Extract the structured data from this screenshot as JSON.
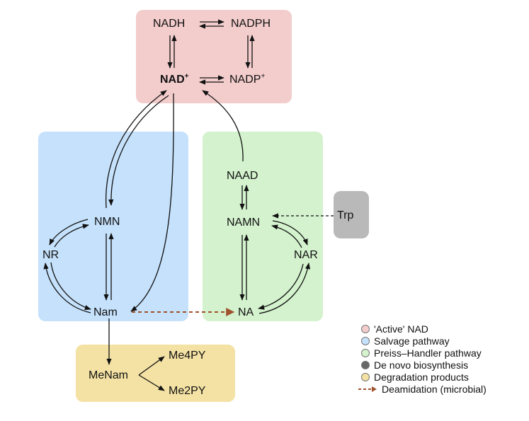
{
  "colors": {
    "active": "#f3cccc",
    "salvage": "#c5e1fb",
    "preiss": "#d3f2cd",
    "denovo": "#b9b9b9",
    "degradation": "#f4e2a4",
    "deamidation": "#a0522d"
  },
  "nodes": {
    "nadh": "NADH",
    "nadph": "NADPH",
    "nad": "NAD",
    "nad_sup": "+",
    "nadp": "NADP",
    "nadp_sup": "+",
    "naad": "NAAD",
    "namn": "NAMN",
    "nar": "NAR",
    "na": "NA",
    "nmn": "NMN",
    "nr": "NR",
    "nam": "Nam",
    "trp": "Trp",
    "menam": "MeNam",
    "me4py": "Me4PY",
    "me2py": "Me2PY"
  },
  "legend": [
    {
      "label": "'Active' NAD",
      "color": "#f3cccc"
    },
    {
      "label": "Salvage pathway",
      "color": "#c5e1fb"
    },
    {
      "label": "Preiss–Handler pathway",
      "color": "#d3f2cd"
    },
    {
      "label": "De novo biosynthesis",
      "color": "#666666"
    },
    {
      "label": "Degradation products",
      "color": "#f4e2a4"
    }
  ],
  "legend_dashed": {
    "label": "Deamidation (microbial)",
    "color": "#a0522d"
  }
}
